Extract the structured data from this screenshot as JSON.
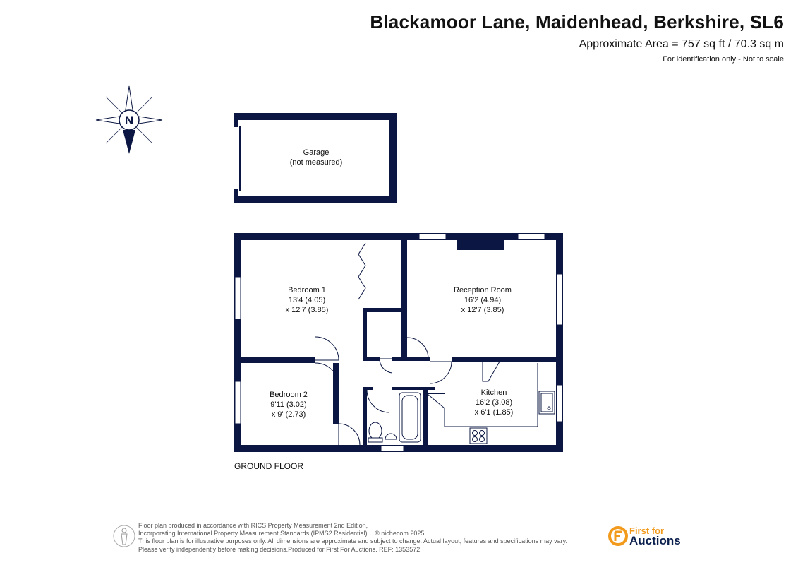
{
  "header": {
    "title": "Blackamoor Lane, Maidenhead, Berkshire, SL6",
    "area": "Approximate Area = 757 sq ft / 70.3 sq m",
    "note": "For identification only - Not to scale"
  },
  "compass": {
    "label": "N"
  },
  "rooms": {
    "garage": {
      "name": "Garage",
      "size": "(not measured)"
    },
    "bedroom1": {
      "name": "Bedroom 1",
      "dim1": "13'4 (4.05)",
      "dim2": "x 12'7 (3.85)"
    },
    "reception": {
      "name": "Reception Room",
      "dim1": "16'2 (4.94)",
      "dim2": "x 12'7 (3.85)"
    },
    "bedroom2": {
      "name": "Bedroom 2",
      "dim1": "9'11 (3.02)",
      "dim2": "x 9' (2.73)"
    },
    "kitchen": {
      "name": "Kitchen",
      "dim1": "16'2 (3.08)",
      "dim2": "x 6'1 (1.85)"
    }
  },
  "floor_label": "GROUND FLOOR",
  "footer": {
    "line1": "Floor plan produced in accordance with RICS Property Measurement 2nd Edition,",
    "line2": "Incorporating International Property Measurement Standards (IPMS2 Residential).",
    "copyright": "© nichecom 2025.",
    "line3": "This floor plan is for illustrative purposes only. All dimensions are approximate and subject to change. Actual layout, features and specifications may vary.",
    "line4": "Please verify independently before making decisions.Produced for First For Auctions.   REF:  1353572"
  },
  "logo": {
    "small": "First for",
    "big": "Auctions"
  },
  "colors": {
    "wall": "#0b1742",
    "brand_orange": "#f29a1c",
    "brand_navy": "#0b1f4d"
  }
}
